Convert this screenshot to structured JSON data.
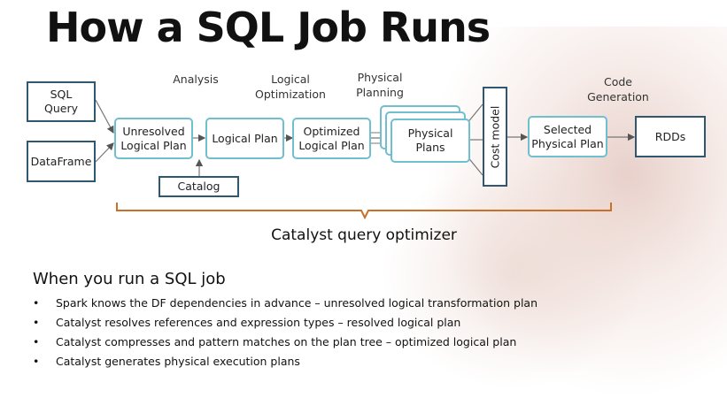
{
  "title": "How a SQL Job Runs",
  "stages": {
    "analysis": "Analysis",
    "logical_optimization": "Logical Optimization",
    "physical_planning": "Physical Planning",
    "code_generation": "Code Generation"
  },
  "boxes": {
    "sql_query": "SQL Query",
    "dataframe": "DataFrame",
    "unresolved_logical_plan": "Unresolved Logical Plan",
    "logical_plan": "Logical Plan",
    "optimized_logical_plan": "Optimized Logical Plan",
    "physical_plans": "Physical Plans",
    "cost_model": "Cost model",
    "selected_physical_plan": "Selected Physical Plan",
    "rdds": "RDDs",
    "catalog": "Catalog"
  },
  "catalyst_label": "Catalyst query optimizer",
  "section_heading": "When you run a SQL job",
  "bullet_char": "•",
  "bullets": [
    "Spark knows the DF dependencies in advance – unresolved logical transformation plan",
    "Catalyst resolves references and expression types – resolved logical plan",
    "Catalyst compresses and pattern matches on the plan tree – optimized logical plan",
    "Catalyst generates physical execution plans"
  ],
  "colors": {
    "teal_border": "#6fbfcf",
    "dark_border": "#2f5870",
    "brace": "#c8702a",
    "arrow": "#555555"
  }
}
